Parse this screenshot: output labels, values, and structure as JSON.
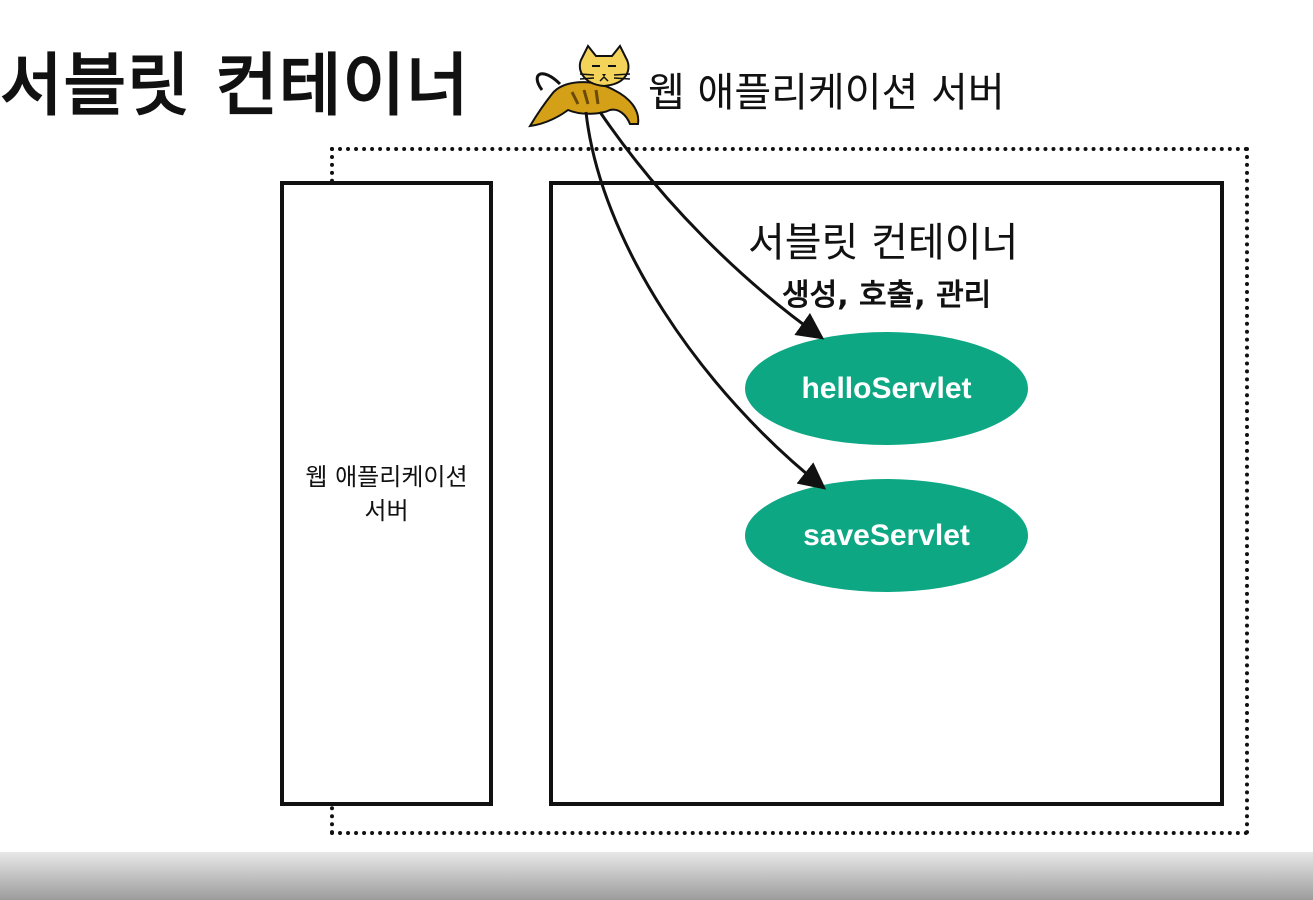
{
  "page_title": "서블릿 컨테이너",
  "header": {
    "logo_icon": "tomcat-cat-icon",
    "server_label": "웹 애플리케이션 서버"
  },
  "was_box": {
    "label_line1": "웹 애플리케이션",
    "label_line2": "서버"
  },
  "container": {
    "title": "서블릿 컨테이너",
    "subtitle": "생성, 호출, 관리"
  },
  "servlets": [
    {
      "label": "helloServlet"
    },
    {
      "label": "saveServlet"
    }
  ],
  "colors": {
    "servlet_fill": "#0ea784",
    "line": "#111111",
    "logo_body": "#d4a017"
  }
}
